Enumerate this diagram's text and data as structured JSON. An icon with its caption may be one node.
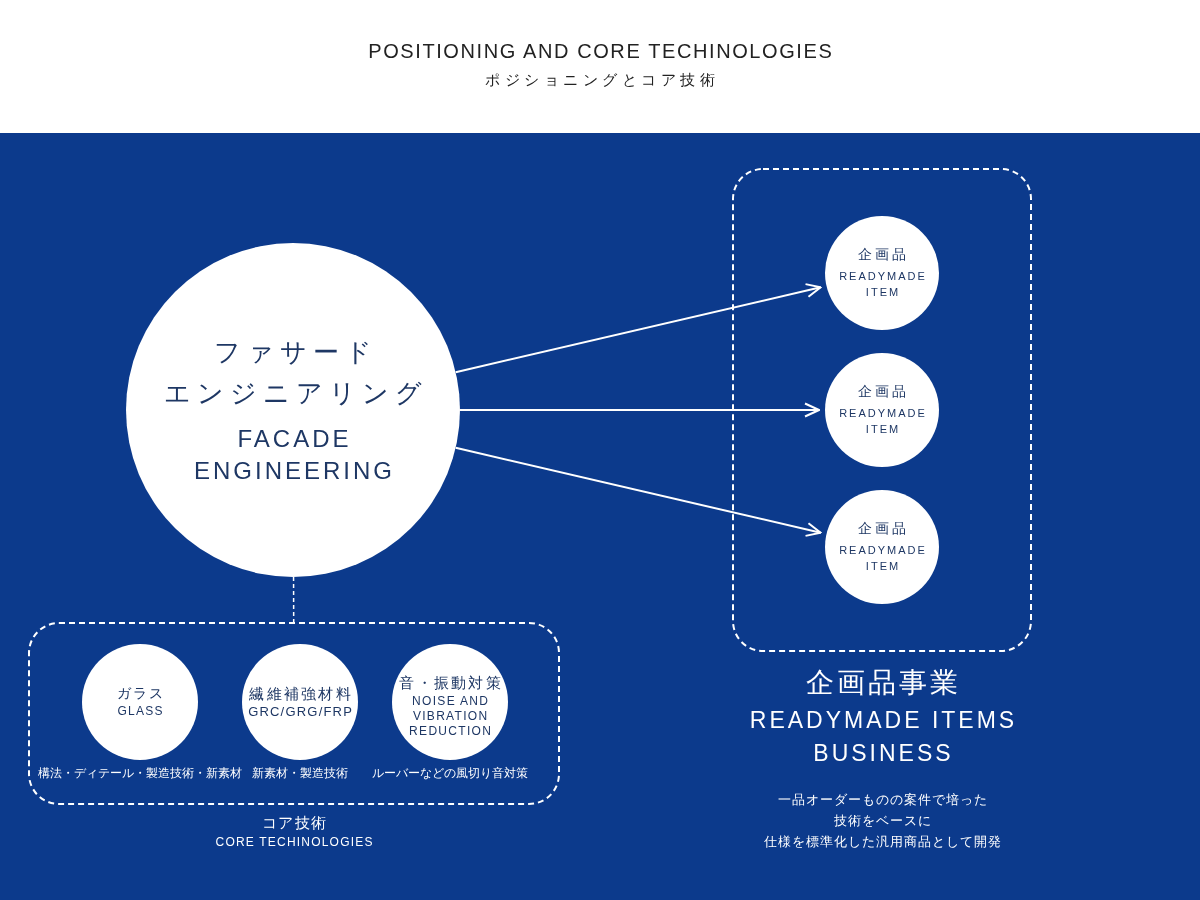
{
  "diagram": {
    "title": "POSITIONING AND CORE TECHINOLOGIES",
    "nodes": [
      {
        "text": [
          "ファサードエンジニアリング",
          "FACADE ENGINEERING"
        ]
      },
      {
        "text": [
          "企画品事業",
          "READYMADE ITEMS BUSINESS"
        ]
      },
      {
        "text": [
          "企画品",
          "READYMADE ITEM"
        ],
        "in": 1
      },
      {
        "text": [
          "企画品",
          "READYMADE ITEM"
        ],
        "in": 1
      },
      {
        "text": [
          "企画品",
          "READYMADE ITEM"
        ],
        "in": 1
      },
      {
        "text": [
          "コア技術",
          "CORE TECHINOLOGIES"
        ]
      },
      {
        "text": [
          "ガラス",
          "GLASS"
        ],
        "in": 5,
        "beside": [
          "構法・ディテール・製造技術・新素材"
        ]
      },
      {
        "text": [
          "繊維補強材料",
          "GRC/GRG/FRP"
        ],
        "in": 5,
        "beside": [
          "新素材・製造技術"
        ]
      },
      {
        "text": [
          "音・振動対策",
          "NOISE AND VIBRATION REDUCTION"
        ],
        "in": 5,
        "beside": [
          "ルーバーなどの風切り音対策"
        ]
      }
    ],
    "edges": [
      {
        "from": 0,
        "to": 2,
        "arrow": "to"
      },
      {
        "from": 0,
        "to": 3,
        "arrow": "to"
      },
      {
        "from": 0,
        "to": 4,
        "arrow": "to"
      },
      {
        "from": 0,
        "to": 5,
        "arrow": "none",
        "style": "dashed"
      }
    ],
    "labels": [
      "ポジショニングとコア技術",
      "一品オーダーものの案件で培った技術をベースに仕様を標準化した汎用商品として開発"
    ]
  }
}
